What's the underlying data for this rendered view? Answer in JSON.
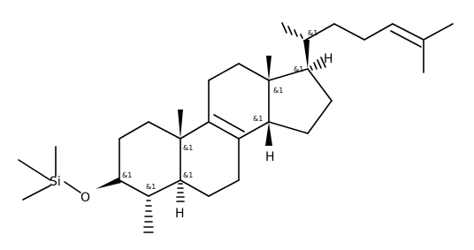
{
  "molecule": {
    "atom_labels": {
      "si": "Si",
      "o": "O",
      "h_c17": "H",
      "h_c14": "H",
      "h_c5": "H"
    },
    "stereo_label": "&1"
  }
}
